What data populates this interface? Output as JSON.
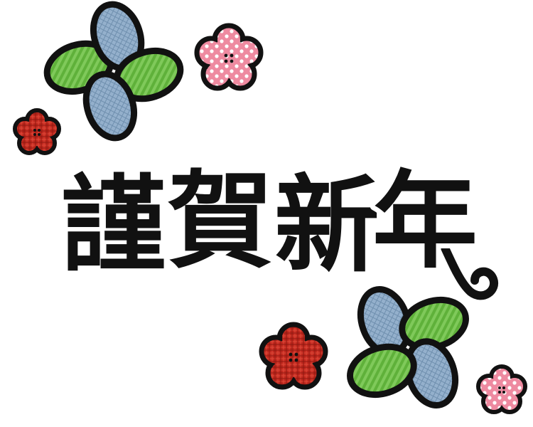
{
  "greeting": {
    "text": "謹賀新年",
    "characters": [
      "謹",
      "賀",
      "新",
      "年"
    ]
  },
  "decorations": {
    "clovers": [
      {
        "name": "clover-top-left",
        "petal_colors": [
          "#7fc95a",
          "#8aa9c8"
        ]
      },
      {
        "name": "clover-bottom-right",
        "petal_colors": [
          "#7fc95a",
          "#8aa9c8"
        ]
      }
    ],
    "plum_flowers": [
      {
        "name": "plum-pink-top",
        "color": "#f08aa0"
      },
      {
        "name": "plum-red-left",
        "color": "#c0281e"
      },
      {
        "name": "plum-red-bottom",
        "color": "#c0281e"
      },
      {
        "name": "plum-pink-bottom-right",
        "color": "#f08aa0"
      }
    ]
  },
  "colors": {
    "outline": "#111111",
    "clover_green": "#7fc95a",
    "clover_blue": "#8aa9c8",
    "pink": "#f08aa0",
    "red": "#c0281e",
    "text": "#111111"
  }
}
